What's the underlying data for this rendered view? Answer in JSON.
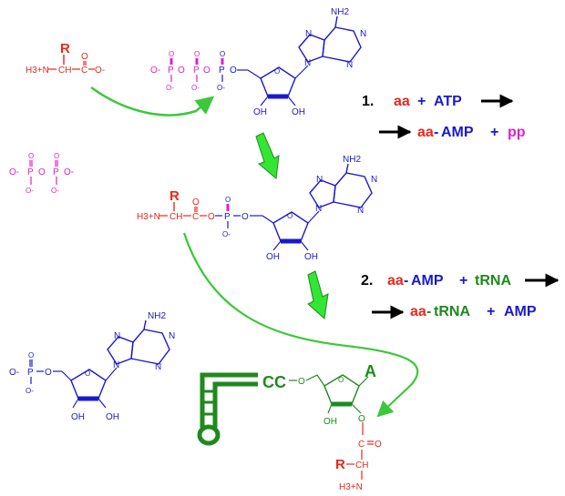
{
  "colors": {
    "aa_red": "#e8281e",
    "ribose_blue": "#1a1acc",
    "phosphate_magenta": "#e020c8",
    "trna_green": "#1e8a1e",
    "arrow_green": "#33e633",
    "curve_green": "#3cc83c"
  },
  "molecules": {
    "amino_acid": {
      "r": "R",
      "h3n": "H3+N",
      "ch": "CH",
      "c": "C",
      "o_minus": "O-",
      "o_dbl": "O"
    },
    "atp": {
      "o_minus": "O-",
      "o": "O",
      "p": "P",
      "nh2": "NH2",
      "n": "N",
      "oh": "OH"
    },
    "pyrophosphate": {
      "o_minus": "O-",
      "o": "O",
      "p": "P"
    },
    "aa_amp": {
      "r": "R",
      "h3n": "H3+N",
      "ch": "CH",
      "c": "C",
      "o": "O",
      "p": "P",
      "o_minus": "O-",
      "nh2": "NH2",
      "n": "N",
      "oh": "OH"
    },
    "amp": {
      "o_minus": "O-",
      "o": "O",
      "p": "P",
      "nh2": "NH2",
      "n": "N",
      "oh": "OH"
    },
    "aa_trna": {
      "cc": "CC",
      "a": "A",
      "o": "O",
      "c": "C",
      "r": "R",
      "ch": "CH",
      "h3n": "H3+N",
      "oh": "OH"
    }
  },
  "equations": {
    "eq1": {
      "number": "1.",
      "aa": "aa",
      "plus": "+",
      "atp": "ATP",
      "aa2": "aa",
      "dash": "-",
      "amp": "AMP",
      "plus2": "+",
      "pp": "pp"
    },
    "eq2": {
      "number": "2.",
      "aa": "aa",
      "dash": "-",
      "amp": "AMP",
      "plus": "+",
      "trna": "tRNA",
      "aa2": "aa",
      "dash2": "-",
      "trna2": "tRNA",
      "plus2": "+",
      "amp2": "AMP"
    }
  }
}
